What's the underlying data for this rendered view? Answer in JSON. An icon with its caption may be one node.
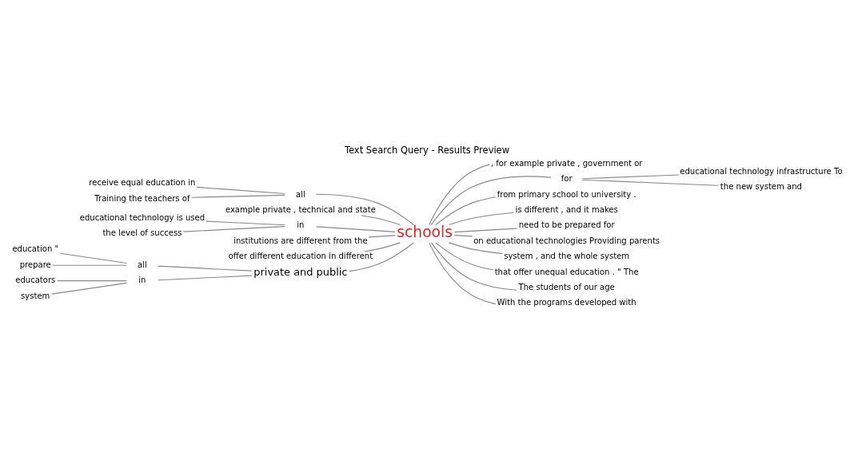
{
  "diagram": {
    "title": "Text Search Query - Results Preview",
    "nodes": [
      {
        "text": [
          "schools"
        ]
      },
      {
        "text": [
          "all"
        ]
      },
      {
        "text": [
          "receive equal education in"
        ]
      },
      {
        "text": [
          "Training the teachers of"
        ]
      },
      {
        "text": [
          "example private , technical and state"
        ]
      },
      {
        "text": [
          "in"
        ]
      },
      {
        "text": [
          "educational technology is used"
        ]
      },
      {
        "text": [
          "the level of success"
        ]
      },
      {
        "text": [
          "institutions are different from the"
        ]
      },
      {
        "text": [
          "offer different education in different"
        ]
      },
      {
        "text": [
          "private and public"
        ]
      },
      {
        "text": [
          "all"
        ]
      },
      {
        "text": [
          "education \""
        ]
      },
      {
        "text": [
          "prepare"
        ]
      },
      {
        "text": [
          "in"
        ]
      },
      {
        "text": [
          "educators"
        ]
      },
      {
        "text": [
          "system"
        ]
      },
      {
        "text": [
          ", for example private , government or"
        ]
      },
      {
        "text": [
          "for"
        ]
      },
      {
        "text": [
          "educational technology infrastructure To"
        ]
      },
      {
        "text": [
          "the new system and"
        ]
      },
      {
        "text": [
          "from primary school to university ."
        ]
      },
      {
        "text": [
          "is different , and it makes"
        ]
      },
      {
        "text": [
          "need to be prepared for"
        ]
      },
      {
        "text": [
          "on educational technologies Providing parents"
        ]
      },
      {
        "text": [
          "system , and the whole system"
        ]
      },
      {
        "text": [
          "that offer unequal education . \" The"
        ]
      },
      {
        "text": [
          "The students of our age"
        ]
      },
      {
        "text": [
          "With the programs developed with"
        ]
      }
    ],
    "edges": [
      {
        "from": 2,
        "to": 1,
        "arrow": "none"
      },
      {
        "from": 3,
        "to": 1,
        "arrow": "none"
      },
      {
        "from": 1,
        "to": 0,
        "arrow": "none"
      },
      {
        "from": 4,
        "to": 0,
        "arrow": "none"
      },
      {
        "from": 6,
        "to": 5,
        "arrow": "none"
      },
      {
        "from": 7,
        "to": 5,
        "arrow": "none"
      },
      {
        "from": 5,
        "to": 0,
        "arrow": "none"
      },
      {
        "from": 8,
        "to": 0,
        "arrow": "none"
      },
      {
        "from": 9,
        "to": 0,
        "arrow": "none"
      },
      {
        "from": 12,
        "to": 11,
        "arrow": "none"
      },
      {
        "from": 13,
        "to": 11,
        "arrow": "none"
      },
      {
        "from": 11,
        "to": 10,
        "arrow": "none"
      },
      {
        "from": 15,
        "to": 14,
        "arrow": "none"
      },
      {
        "from": 16,
        "to": 14,
        "arrow": "none"
      },
      {
        "from": 14,
        "to": 10,
        "arrow": "none"
      },
      {
        "from": 10,
        "to": 0,
        "arrow": "none"
      },
      {
        "from": 0,
        "to": 17,
        "arrow": "none"
      },
      {
        "from": 0,
        "to": 18,
        "arrow": "none"
      },
      {
        "from": 18,
        "to": 19,
        "arrow": "none"
      },
      {
        "from": 18,
        "to": 20,
        "arrow": "none"
      },
      {
        "from": 0,
        "to": 21,
        "arrow": "none"
      },
      {
        "from": 0,
        "to": 22,
        "arrow": "none"
      },
      {
        "from": 0,
        "to": 23,
        "arrow": "none"
      },
      {
        "from": 0,
        "to": 24,
        "arrow": "none"
      },
      {
        "from": 0,
        "to": 25,
        "arrow": "none"
      },
      {
        "from": 0,
        "to": 26,
        "arrow": "none"
      },
      {
        "from": 0,
        "to": 27,
        "arrow": "none"
      },
      {
        "from": 0,
        "to": 28,
        "arrow": "none"
      }
    ]
  }
}
